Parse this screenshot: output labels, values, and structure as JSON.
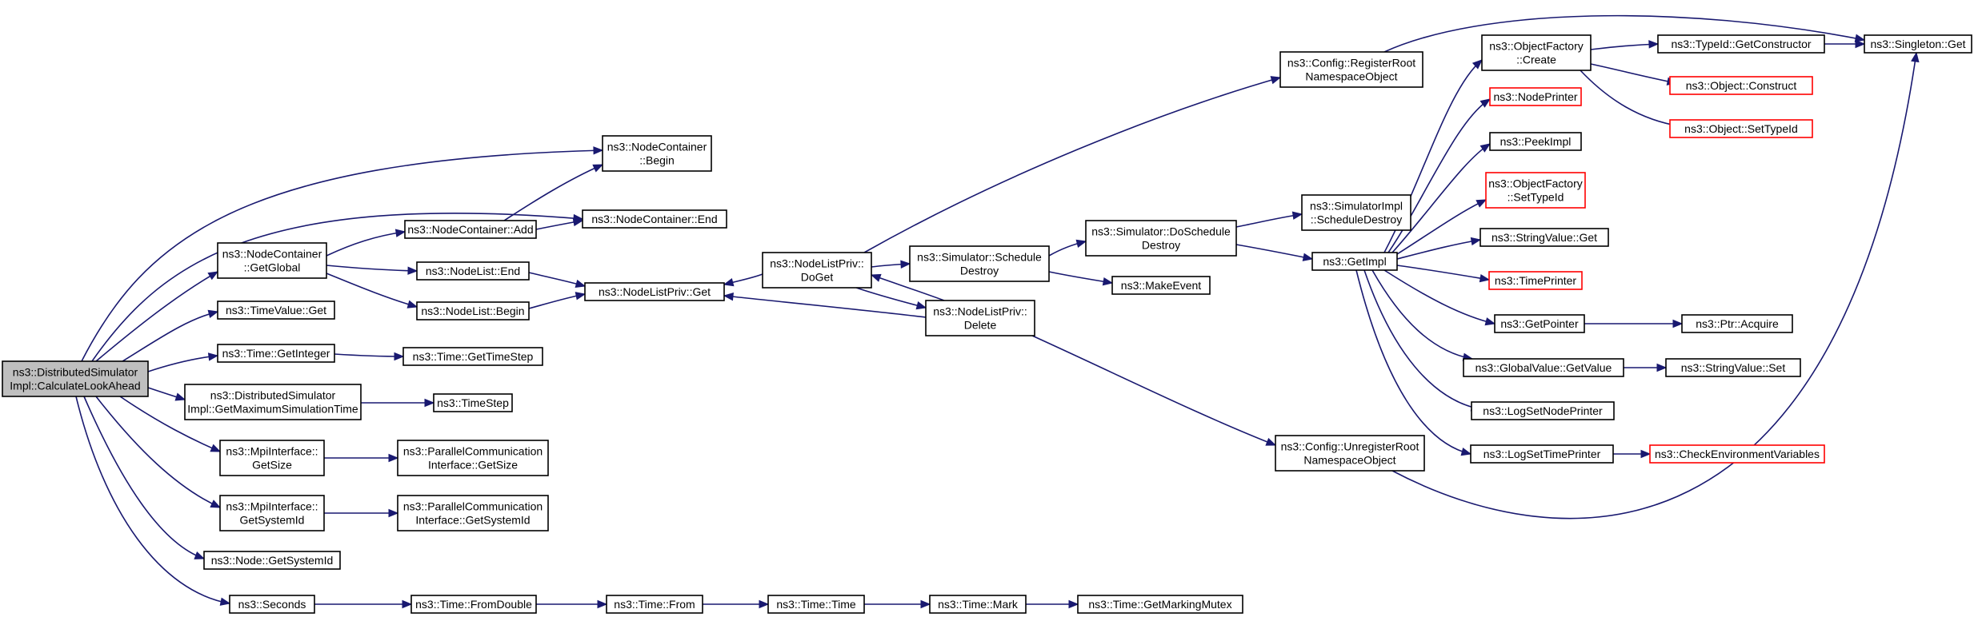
{
  "graph": {
    "colors": {
      "edge": "#191970",
      "root_fill": "#bfbfbf",
      "node_border": "#000000",
      "truncated_border": "#ff0000",
      "background": "#ffffff"
    },
    "nodes": [
      {
        "id": "root",
        "lines": [
          "ns3::DistributedSimulator",
          "Impl::CalculateLookAhead"
        ],
        "style": "root"
      },
      {
        "id": "ncBegin",
        "lines": [
          "ns3::NodeContainer",
          "::Begin"
        ]
      },
      {
        "id": "ncEnd",
        "lines": [
          "ns3::NodeContainer::End"
        ]
      },
      {
        "id": "ncGetGlobal",
        "lines": [
          "ns3::NodeContainer",
          "::GetGlobal"
        ]
      },
      {
        "id": "ncAdd",
        "lines": [
          "ns3::NodeContainer::Add"
        ]
      },
      {
        "id": "nlEnd",
        "lines": [
          "ns3::NodeList::End"
        ]
      },
      {
        "id": "nlBegin",
        "lines": [
          "ns3::NodeList::Begin"
        ]
      },
      {
        "id": "nlpGet",
        "lines": [
          "ns3::NodeListPriv::Get"
        ]
      },
      {
        "id": "nlpDoGet",
        "lines": [
          "ns3::NodeListPriv::",
          "DoGet"
        ]
      },
      {
        "id": "nlpDelete",
        "lines": [
          "ns3::NodeListPriv::",
          "Delete"
        ]
      },
      {
        "id": "tvGet",
        "lines": [
          "ns3::TimeValue::Get"
        ]
      },
      {
        "id": "tGetInteger",
        "lines": [
          "ns3::Time::GetInteger"
        ]
      },
      {
        "id": "tGetTimeStep",
        "lines": [
          "ns3::Time::GetTimeStep"
        ]
      },
      {
        "id": "dsiGetMax",
        "lines": [
          "ns3::DistributedSimulator",
          "Impl::GetMaximumSimulationTime"
        ]
      },
      {
        "id": "timeStep",
        "lines": [
          "ns3::TimeStep"
        ]
      },
      {
        "id": "mpiGetSize",
        "lines": [
          "ns3::MpiInterface::",
          "GetSize"
        ]
      },
      {
        "id": "pciGetSize",
        "lines": [
          "ns3::ParallelCommunication",
          "Interface::GetSize"
        ]
      },
      {
        "id": "mpiGetSysId",
        "lines": [
          "ns3::MpiInterface::",
          "GetSystemId"
        ]
      },
      {
        "id": "pciGetSysId",
        "lines": [
          "ns3::ParallelCommunication",
          "Interface::GetSystemId"
        ]
      },
      {
        "id": "nodeGetSysId",
        "lines": [
          "ns3::Node::GetSystemId"
        ]
      },
      {
        "id": "seconds",
        "lines": [
          "ns3::Seconds"
        ]
      },
      {
        "id": "tFromDouble",
        "lines": [
          "ns3::Time::FromDouble"
        ]
      },
      {
        "id": "tFrom",
        "lines": [
          "ns3::Time::From"
        ]
      },
      {
        "id": "tTime",
        "lines": [
          "ns3::Time::Time"
        ]
      },
      {
        "id": "tMark",
        "lines": [
          "ns3::Time::Mark"
        ]
      },
      {
        "id": "tGetMarkingMutex",
        "lines": [
          "ns3::Time::GetMarkingMutex"
        ]
      },
      {
        "id": "simSchedDestroy",
        "lines": [
          "ns3::Simulator::Schedule",
          "Destroy"
        ]
      },
      {
        "id": "simDoSchedDestroy",
        "lines": [
          "ns3::Simulator::DoSchedule",
          "Destroy"
        ]
      },
      {
        "id": "makeEvent",
        "lines": [
          "ns3::MakeEvent"
        ]
      },
      {
        "id": "simImplSchedDestroy",
        "lines": [
          "ns3::SimulatorImpl",
          "::ScheduleDestroy"
        ]
      },
      {
        "id": "cfgRegister",
        "lines": [
          "ns3::Config::RegisterRoot",
          "NamespaceObject"
        ]
      },
      {
        "id": "cfgUnregister",
        "lines": [
          "ns3::Config::UnregisterRoot",
          "NamespaceObject"
        ]
      },
      {
        "id": "getImpl",
        "lines": [
          "ns3::GetImpl"
        ]
      },
      {
        "id": "ofCreate",
        "lines": [
          "ns3::ObjectFactory",
          "::Create"
        ]
      },
      {
        "id": "tidGetCtor",
        "lines": [
          "ns3::TypeId::GetConstructor"
        ]
      },
      {
        "id": "singletonGet",
        "lines": [
          "ns3::Singleton::Get"
        ]
      },
      {
        "id": "objConstruct",
        "lines": [
          "ns3::Object::Construct"
        ],
        "style": "trunc"
      },
      {
        "id": "objSetTypeId",
        "lines": [
          "ns3::Object::SetTypeId"
        ],
        "style": "trunc"
      },
      {
        "id": "nodePrinter",
        "lines": [
          "ns3::NodePrinter"
        ],
        "style": "trunc"
      },
      {
        "id": "peekImpl",
        "lines": [
          "ns3::PeekImpl"
        ]
      },
      {
        "id": "ofSetTypeId",
        "lines": [
          "ns3::ObjectFactory",
          "::SetTypeId"
        ],
        "style": "trunc"
      },
      {
        "id": "svGet",
        "lines": [
          "ns3::StringValue::Get"
        ]
      },
      {
        "id": "timePrinter",
        "lines": [
          "ns3::TimePrinter"
        ],
        "style": "trunc"
      },
      {
        "id": "getPointer",
        "lines": [
          "ns3::GetPointer"
        ]
      },
      {
        "id": "ptrAcquire",
        "lines": [
          "ns3::Ptr::Acquire"
        ]
      },
      {
        "id": "gvGetValue",
        "lines": [
          "ns3::GlobalValue::GetValue"
        ]
      },
      {
        "id": "svSet",
        "lines": [
          "ns3::StringValue::Set"
        ]
      },
      {
        "id": "logSetNodePrinter",
        "lines": [
          "ns3::LogSetNodePrinter"
        ]
      },
      {
        "id": "logSetTimePrinter",
        "lines": [
          "ns3::LogSetTimePrinter"
        ]
      },
      {
        "id": "checkEnv",
        "lines": [
          "ns3::CheckEnvironmentVariables"
        ],
        "style": "trunc"
      }
    ]
  }
}
